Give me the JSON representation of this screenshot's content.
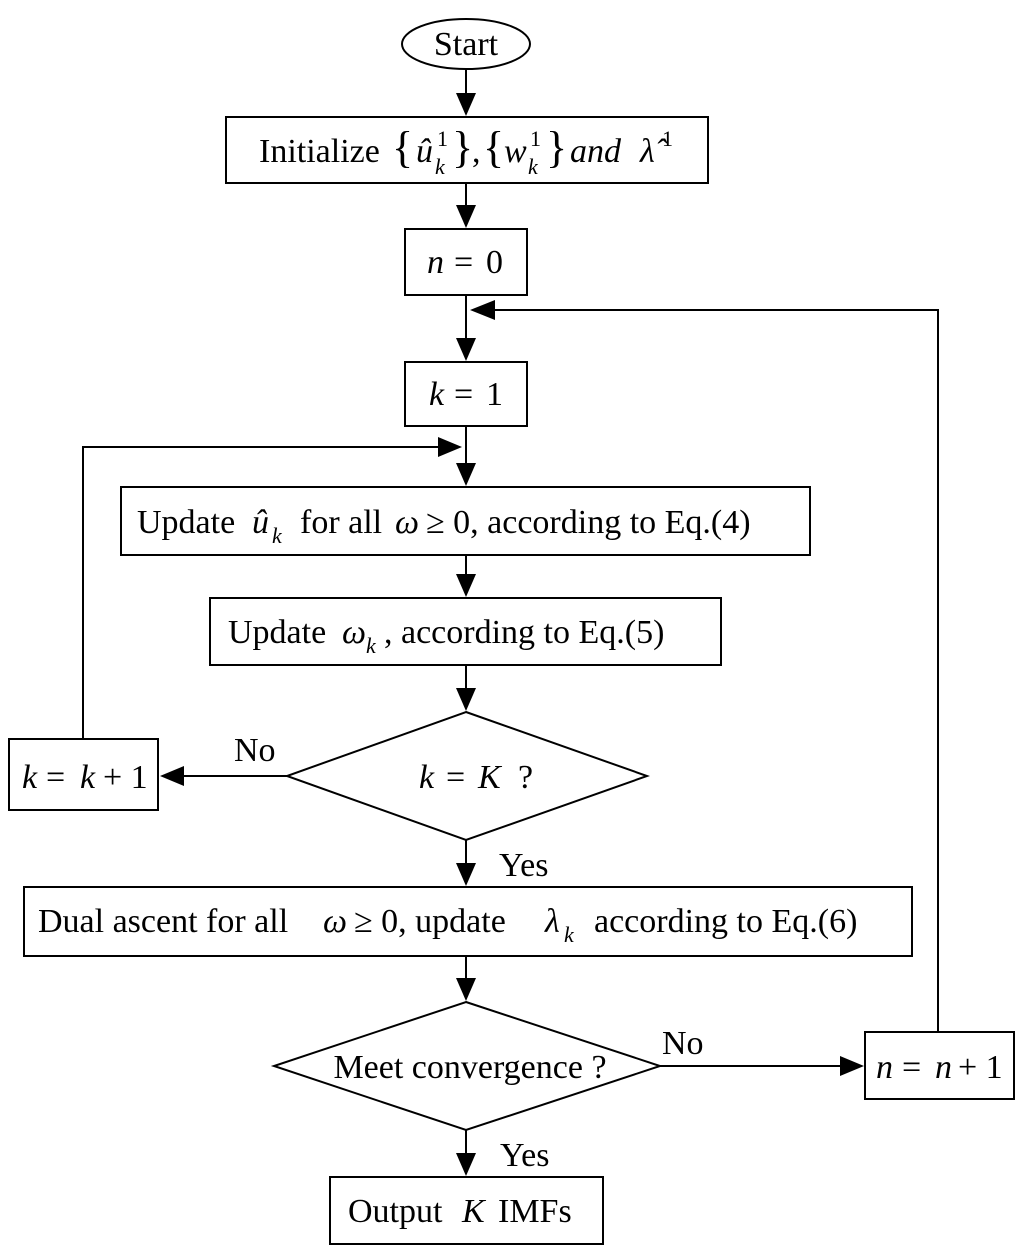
{
  "nodes": {
    "start": "Start",
    "init": {
      "prefix": "Initialize",
      "u": "û",
      "sub_k": "k",
      "sup_1": "1",
      "w": "w",
      "and": "and",
      "lambda": "λ̂"
    },
    "n0": {
      "var": "n",
      "eq": "=",
      "val": "0"
    },
    "k1": {
      "var": "k",
      "eq": "=",
      "val": "1"
    },
    "update_u": {
      "pre": "Update",
      "u": "û",
      "sub": "k",
      "mid": "for all",
      "omega": "ω",
      "cond": "≥ 0, according to Eq.(4)"
    },
    "update_w": {
      "pre": "Update",
      "omega": "ω",
      "sub": "k",
      "post": ", according to Eq.(5)"
    },
    "check_k": {
      "k": "k",
      "eq": "=",
      "K": "K",
      "q": "?"
    },
    "k_inc": {
      "k": "k",
      "eq": "=",
      "k2": "k",
      "plus": "+ 1"
    },
    "dual": {
      "pre": "Dual ascent for all",
      "omega": "ω",
      "mid": "≥ 0, update",
      "lambda": "λ",
      "sub": "k",
      "post": "according to Eq.(6)"
    },
    "converge": "Meet convergence ?",
    "n_inc": {
      "n": "n",
      "eq": "=",
      "n2": "n",
      "plus": "+ 1"
    },
    "output": {
      "pre": "Output",
      "K": "K",
      "post": "IMFs"
    }
  },
  "edge_labels": {
    "k_no": "No",
    "k_yes": "Yes",
    "conv_no": "No",
    "conv_yes": "Yes"
  }
}
